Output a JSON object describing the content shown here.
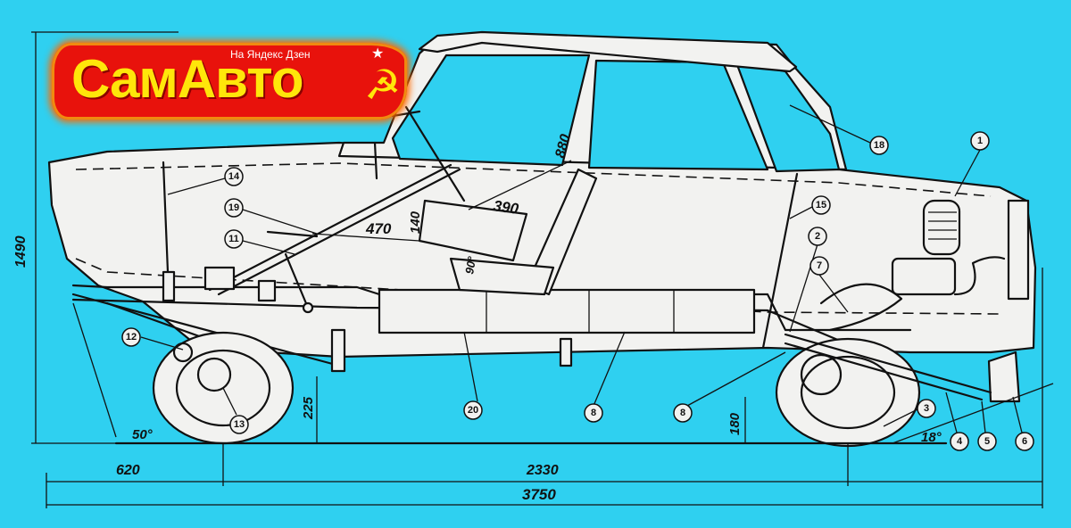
{
  "logo": {
    "title": "СамАвто",
    "subtitle": "На Яндекс Дзен",
    "star_icon": "★",
    "hammer_sickle_icon": "☭"
  },
  "dimensions": {
    "overall_height": "1490",
    "overall_length": "3750",
    "front_overhang": "620",
    "wheelbase": "2330",
    "front_clearance": "225",
    "rear_clearance": "180",
    "front_angle": "50°",
    "rear_angle": "18°",
    "seat_back_length": "880",
    "seat_depth": "390",
    "seat_height": "140",
    "pedal_to_seat": "470",
    "seat_back_angle": "90°"
  },
  "callouts": [
    "1",
    "2",
    "3",
    "4",
    "5",
    "6",
    "7",
    "8",
    "11",
    "12",
    "13",
    "14",
    "15",
    "18",
    "19",
    "20"
  ]
}
